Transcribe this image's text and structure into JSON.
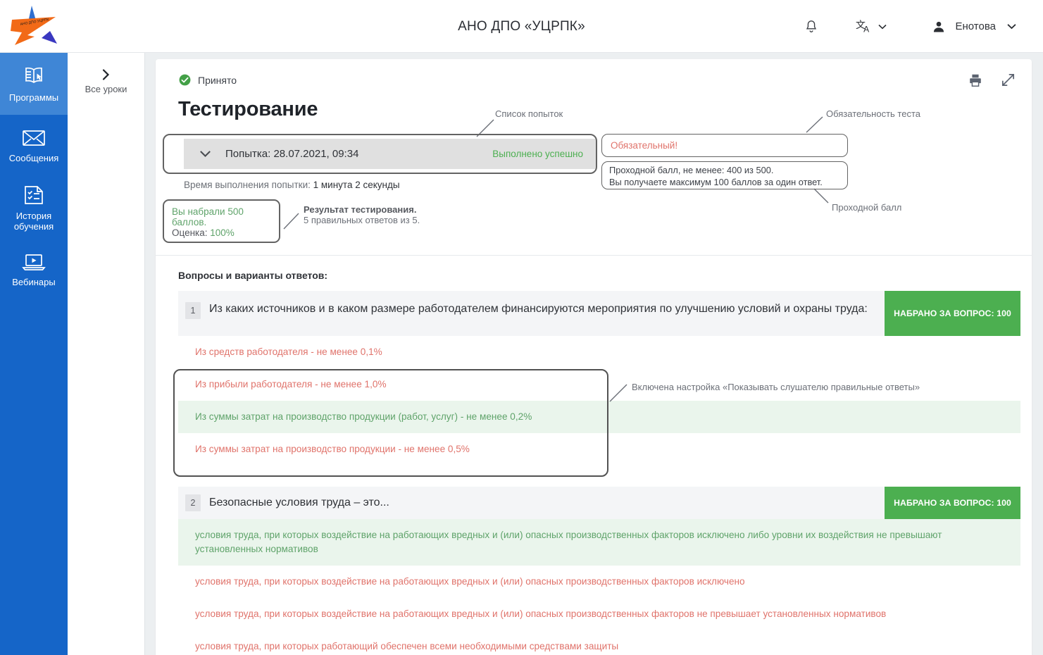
{
  "header": {
    "brand": "АНО ДПО «УЦРПК»",
    "logo_alt": "logo-ano-dpo",
    "notifications_icon": "bell-icon",
    "language_icon": "translate-icon",
    "user_icon": "person-icon",
    "user_name": "Енотова",
    "chevron_icon": "chevron-down-icon"
  },
  "sidebar": {
    "items": [
      {
        "label": "Программы",
        "icon": "book-cursor-icon",
        "active": true
      },
      {
        "label": "Сообщения",
        "icon": "envelope-icon",
        "active": false
      },
      {
        "label": "История обучения",
        "icon": "checklist-document-icon",
        "active": false
      },
      {
        "label": "Вебинары",
        "icon": "laptop-play-icon",
        "active": false
      }
    ]
  },
  "lessons_panel": {
    "back_icon": "chevron-right-icon",
    "label": "Все уроки"
  },
  "card": {
    "print_icon": "printer-icon",
    "expand_icon": "expand-arrows-icon",
    "status_icon": "check-circle-icon",
    "status_text": "Принято",
    "title": "Тестирование",
    "attempt": {
      "chevron_icon": "chevron-down-icon",
      "label": "Попытка: 28.07.2021, 09:34",
      "status": "Выполнено успешно"
    },
    "exec_time_label": "Время выполнения попытки:",
    "exec_time_value": "1 минута 2 секунды",
    "score_box": {
      "points_text": "Вы набрали 500 баллов.",
      "grade_label": "Оценка:",
      "grade_value": "100%"
    },
    "required_box": {
      "text": "Обязательный!"
    },
    "passing_box": {
      "line1": "Проходной балл, не менее: 400 из 500.",
      "line2": "Вы получаете максимум 100 баллов за один ответ."
    }
  },
  "annotations": {
    "attempts_list": "Список попыток",
    "test_required": "Обязательность теста",
    "passing_score": "Проходной балл",
    "result_title": "Результат тестирования.",
    "result_sub": "5 правильных ответов из 5.",
    "show_answers_setting": "Включена настройка «Показывать слушателю правильные ответы»"
  },
  "questions_section": {
    "heading": "Вопросы и варианты ответов:",
    "questions": [
      {
        "number": "1",
        "text": "Из каких источников и в каком размере работодателем финансируются мероприятия по улучшению условий и охраны труда:",
        "score_badge": "НАБРАНО ЗА ВОПРОС: 100",
        "answers": [
          {
            "text": "Из средств работодателя - не менее 0,1%",
            "correct": false
          },
          {
            "text": "Из прибыли работодателя - не менее 1,0%",
            "correct": false
          },
          {
            "text": "Из суммы затрат на производство продукции (работ, услуг) - не менее 0,2%",
            "correct": true
          },
          {
            "text": "Из суммы затрат на производство продукции - не менее 0,5%",
            "correct": false
          }
        ]
      },
      {
        "number": "2",
        "text": "Безопасные условия труда  – это...",
        "score_badge": "НАБРАНО ЗА ВОПРОС: 100",
        "answers": [
          {
            "text": "условия труда, при которых воздействие на работающих вредных и (или) опасных производственных факторов исключено либо уровни их воздействия не превышают установленных нормативов",
            "correct": true
          },
          {
            "text": "условия труда, при которых воздействие на работающих вредных и (или) опасных производственных факторов исключено",
            "correct": false
          },
          {
            "text": "условия труда, при которых воздействие на работающих вредных и (или) опасных производственных факторов не превышает установленных нормативов",
            "correct": false
          },
          {
            "text": "условия труда, при которых работающий обеспечен всеми необходимыми средствами защиты",
            "correct": false
          }
        ]
      }
    ]
  },
  "colors": {
    "nav_blue": "#1565c8",
    "nav_blue_active": "#3f86d6",
    "green": "#4caf50",
    "green_text": "#5fa36a",
    "red_text": "#e0736b",
    "page_bg": "#eceff1"
  }
}
